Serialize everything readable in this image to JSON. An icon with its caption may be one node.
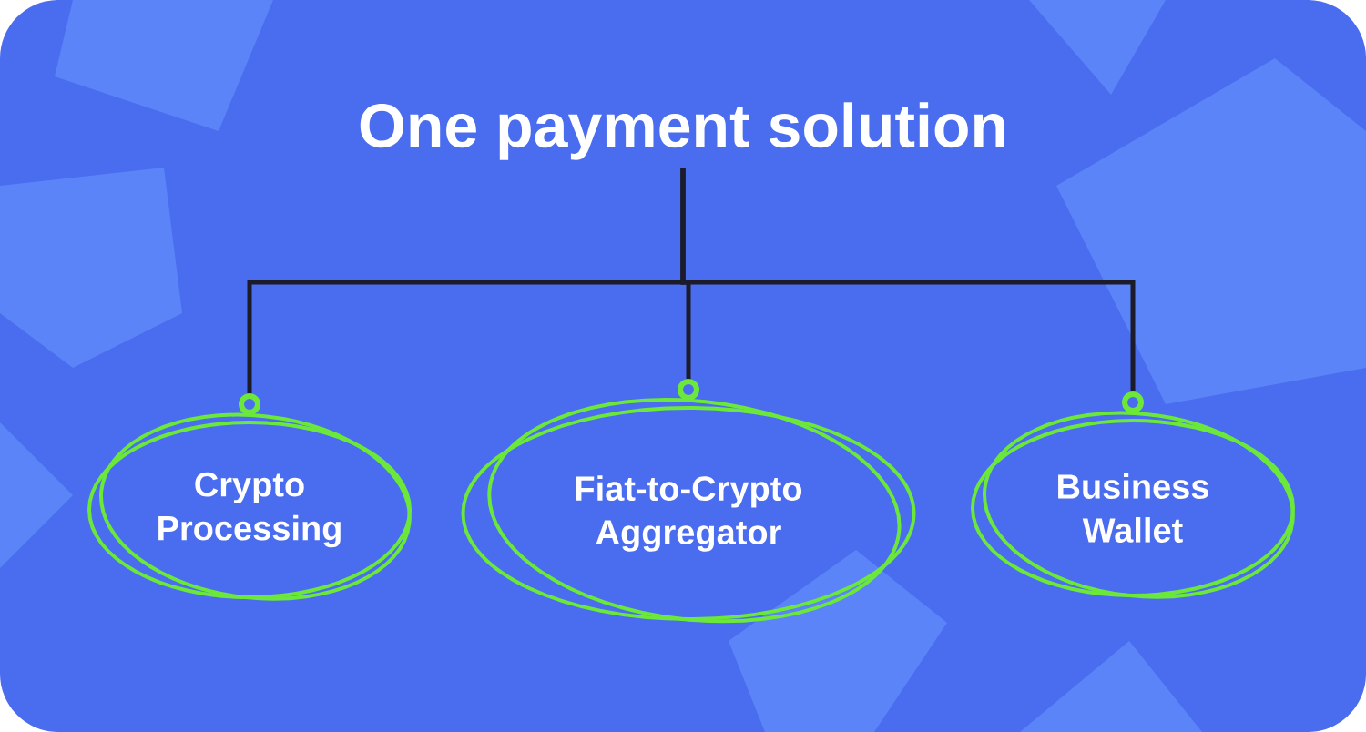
{
  "diagram": {
    "nodes": [
      {
        "text": [
          "One payment solution"
        ]
      },
      {
        "text": [
          "Crypto Processing"
        ]
      },
      {
        "text": [
          "Fiat-to-Crypto Aggregator"
        ]
      },
      {
        "text": [
          "Business Wallet"
        ]
      }
    ],
    "edges": [
      {
        "from": 0,
        "to": 1,
        "arrow": "other"
      },
      {
        "from": 0,
        "to": 2,
        "arrow": "other"
      },
      {
        "from": 0,
        "to": 3,
        "arrow": "other"
      }
    ]
  }
}
